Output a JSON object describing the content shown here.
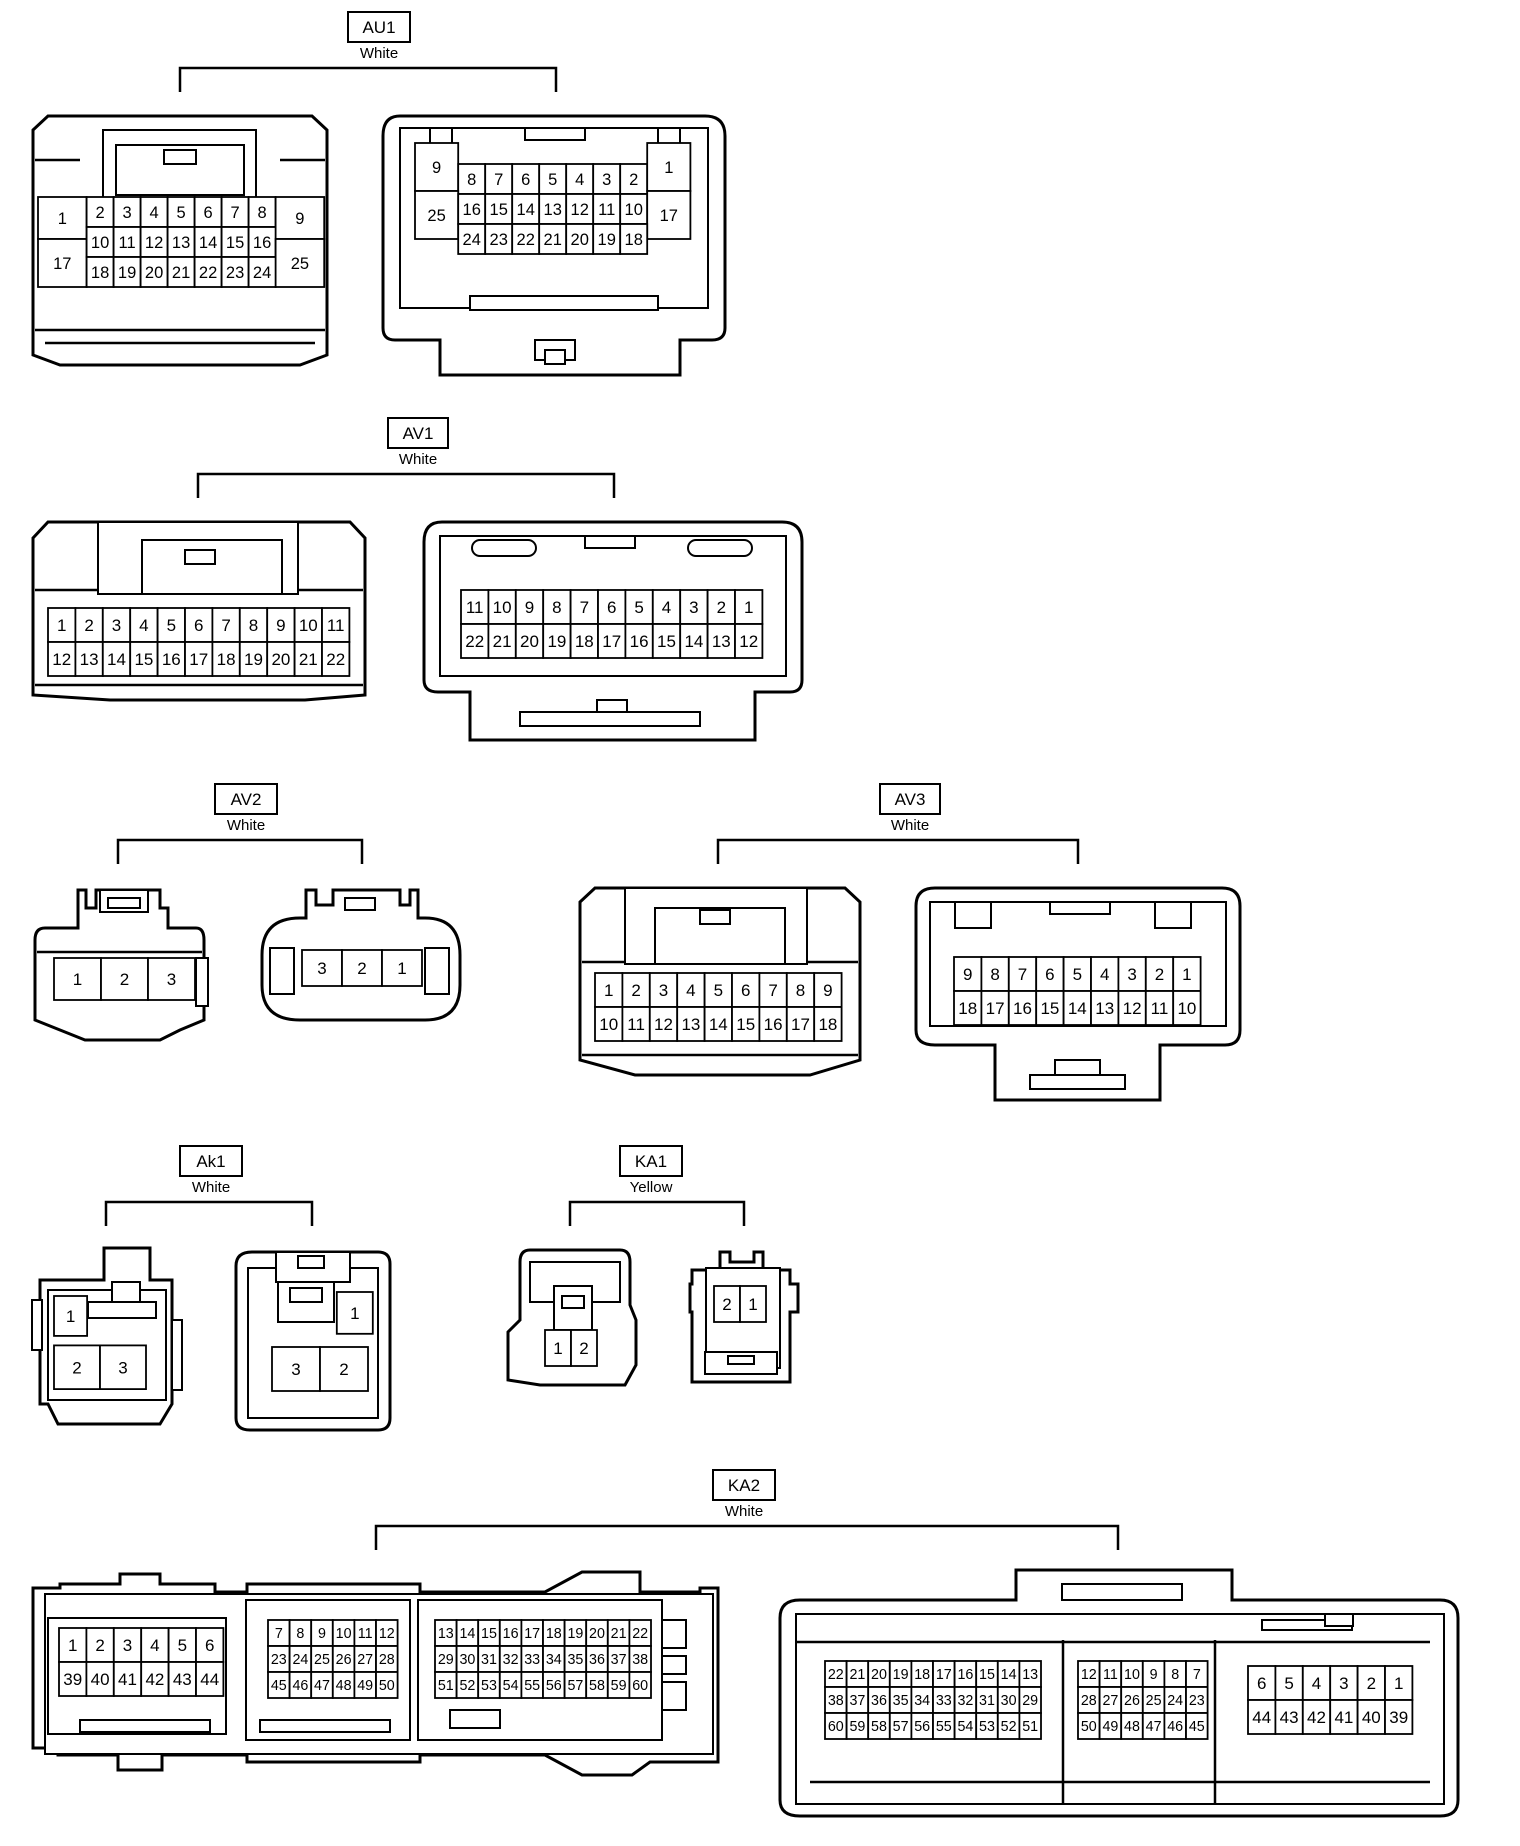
{
  "connectors": [
    {
      "id": "AU1",
      "color": "White",
      "pins": {
        "l": [
          [
            "1",
            "2",
            "3",
            "4",
            "5",
            "6",
            "7",
            "8",
            "9"
          ],
          [
            "17",
            "10",
            "11",
            "12",
            "13",
            "14",
            "15",
            "16",
            "25"
          ],
          [
            "18",
            "19",
            "20",
            "21",
            "22",
            "23",
            "24"
          ]
        ],
        "r": [
          [
            "9",
            "8",
            "7",
            "6",
            "5",
            "4",
            "3",
            "2",
            "1"
          ],
          [
            "25",
            "16",
            "15",
            "14",
            "13",
            "12",
            "11",
            "10",
            "17"
          ],
          [
            "24",
            "23",
            "22",
            "21",
            "20",
            "19",
            "18"
          ]
        ]
      }
    },
    {
      "id": "AV1",
      "color": "White",
      "pins": {
        "l": [
          [
            "1",
            "2",
            "3",
            "4",
            "5",
            "6",
            "7",
            "8",
            "9",
            "10",
            "11"
          ],
          [
            "12",
            "13",
            "14",
            "15",
            "16",
            "17",
            "18",
            "19",
            "20",
            "21",
            "22"
          ]
        ],
        "r": [
          [
            "11",
            "10",
            "9",
            "8",
            "7",
            "6",
            "5",
            "4",
            "3",
            "2",
            "1"
          ],
          [
            "22",
            "21",
            "20",
            "19",
            "18",
            "17",
            "16",
            "15",
            "14",
            "13",
            "12"
          ]
        ]
      }
    },
    {
      "id": "AV2",
      "color": "White",
      "pins": {
        "l": [
          [
            "1",
            "2",
            "3"
          ]
        ],
        "r": [
          [
            "3",
            "2",
            "1"
          ]
        ]
      }
    },
    {
      "id": "AV3",
      "color": "White",
      "pins": {
        "l": [
          [
            "1",
            "2",
            "3",
            "4",
            "5",
            "6",
            "7",
            "8",
            "9"
          ],
          [
            "10",
            "11",
            "12",
            "13",
            "14",
            "15",
            "16",
            "17",
            "18"
          ]
        ],
        "r": [
          [
            "9",
            "8",
            "7",
            "6",
            "5",
            "4",
            "3",
            "2",
            "1"
          ],
          [
            "18",
            "17",
            "16",
            "15",
            "14",
            "13",
            "12",
            "11",
            "10"
          ]
        ]
      }
    },
    {
      "id": "Ak1",
      "color": "White",
      "pins": {
        "l": [
          [
            "1"
          ],
          [
            "2",
            "3"
          ]
        ],
        "r": [
          [
            "1"
          ],
          [
            "3",
            "2"
          ]
        ]
      }
    },
    {
      "id": "KA1",
      "color": "Yellow",
      "pins": {
        "l": [
          [
            "1",
            "2"
          ]
        ],
        "r": [
          [
            "2",
            "1"
          ]
        ]
      }
    },
    {
      "id": "KA2",
      "color": "White",
      "pins": {
        "l1": [
          [
            "1",
            "2",
            "3",
            "4",
            "5",
            "6"
          ],
          [
            "39",
            "40",
            "41",
            "42",
            "43",
            "44"
          ]
        ],
        "l2": [
          [
            "7",
            "8",
            "9",
            "10",
            "11",
            "12"
          ],
          [
            "23",
            "24",
            "25",
            "26",
            "27",
            "28"
          ],
          [
            "45",
            "46",
            "47",
            "48",
            "49",
            "50"
          ]
        ],
        "l3": [
          [
            "13",
            "14",
            "15",
            "16",
            "17",
            "18",
            "19",
            "20",
            "21",
            "22"
          ],
          [
            "29",
            "30",
            "31",
            "32",
            "33",
            "34",
            "35",
            "36",
            "37",
            "38"
          ],
          [
            "51",
            "52",
            "53",
            "54",
            "55",
            "56",
            "57",
            "58",
            "59",
            "60"
          ]
        ],
        "r1": [
          [
            "22",
            "21",
            "20",
            "19",
            "18",
            "17",
            "16",
            "15",
            "14",
            "13"
          ],
          [
            "38",
            "37",
            "36",
            "35",
            "34",
            "33",
            "32",
            "31",
            "30",
            "29"
          ],
          [
            "60",
            "59",
            "58",
            "57",
            "56",
            "55",
            "54",
            "53",
            "52",
            "51"
          ]
        ],
        "r2": [
          [
            "12",
            "11",
            "10",
            "9",
            "8",
            "7"
          ],
          [
            "28",
            "27",
            "26",
            "25",
            "24",
            "23"
          ],
          [
            "50",
            "49",
            "48",
            "47",
            "46",
            "45"
          ]
        ],
        "r3": [
          [
            "6",
            "5",
            "4",
            "3",
            "2",
            "1"
          ],
          [
            "44",
            "43",
            "42",
            "41",
            "40",
            "39"
          ]
        ]
      }
    }
  ]
}
